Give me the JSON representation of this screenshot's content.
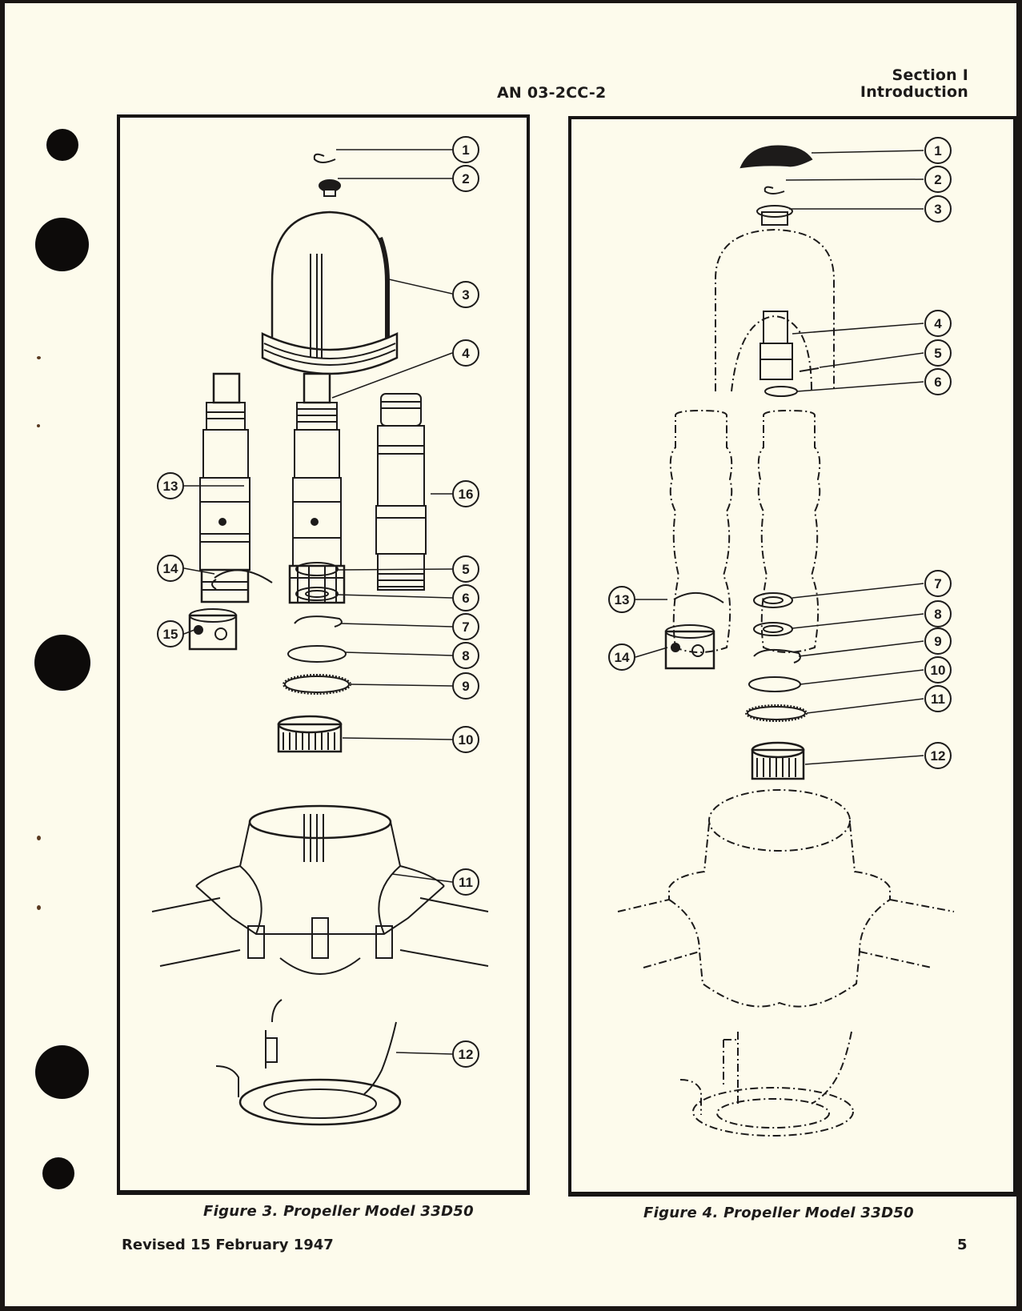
{
  "header": {
    "doc_number": "AN 03-2CC-2",
    "section": "Section I",
    "section_title": "Introduction"
  },
  "figures": [
    {
      "id": "figure-3",
      "caption": "Figure 3. Propeller Model 33D50",
      "callouts": [
        "1",
        "2",
        "3",
        "4",
        "5",
        "6",
        "7",
        "8",
        "9",
        "10",
        "11",
        "12",
        "13",
        "14",
        "15",
        "16"
      ],
      "style": "solid"
    },
    {
      "id": "figure-4",
      "caption": "Figure 4. Propeller Model 33D50",
      "callouts": [
        "1",
        "2",
        "3",
        "4",
        "5",
        "6",
        "7",
        "8",
        "9",
        "10",
        "11",
        "12",
        "13",
        "14"
      ],
      "style": "phantom-dashed"
    }
  ],
  "footer": {
    "revision": "Revised 15 February 1947",
    "page_number": "5"
  },
  "colors": {
    "paper": "#fdfbec",
    "ink": "#1d1b1a",
    "background": "#1a1614"
  }
}
